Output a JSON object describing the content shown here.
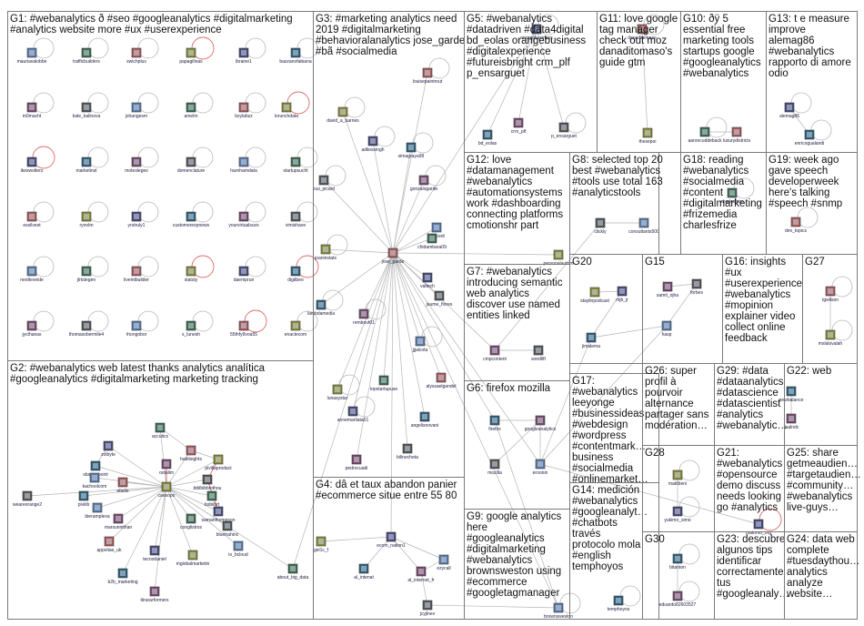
{
  "groups": [
    {
      "id": "G1",
      "lines": [
        "G1: #webanalytics ð #seo #googleanalytics #digitalmarketing",
        "#analytics website more #ux #userexperience"
      ],
      "nodes": [
        "mauriavalobbe",
        "trafficbuilders",
        "swichplus",
        "papagilinas",
        "lbraine1",
        "bazzanofabiana",
        "m0macht",
        "kate_kalinova",
        "jshangesm",
        "amelm",
        "bxylabzz",
        "lorunchdata",
        "ikeswolters",
        "marketinst",
        "motesleges",
        "domenclature",
        "harnhamdata",
        "startupsucht",
        "essilvest",
        "ryoolm",
        "yrstruly1",
        "customerexpnews",
        "yourvirtualsuvs",
        "vimishave",
        "neotleveide",
        "jlrtstegen",
        "liveintbuilder",
        "statsty",
        "daemprun",
        "digitbeo",
        "jycthanas",
        "thomasobermile4",
        "rhongobor",
        "s_lunesh",
        "55thfy9voa55",
        "enactecom"
      ]
    },
    {
      "id": "G2",
      "lines": [
        "G2: #webanalytics web latest thanks analytics analítica",
        "#googleanalytics #digitalmarketing marketing tracking"
      ],
      "nodes": [
        "accutics",
        "habitsights",
        "pivillaprodact",
        "zolbyte",
        "sbarrespoint",
        "ootulim",
        "biblbibbiothou",
        "kachoolcom",
        "bobiibrt",
        "eltelio",
        "caesopo",
        "samanthompson",
        "piviiib",
        "marsunnithan",
        "bluetrahinc",
        "iberamplexa",
        "conglistros",
        "appvitae_uk",
        "mgiobalmarketin",
        "tecnodaniel",
        "b2b_marketing",
        "tiirararformers",
        "weareorange2",
        "io_bcloud",
        "about_big_data"
      ]
    },
    {
      "id": "G3",
      "lines": [
        "G3: #marketing analytics need",
        "2019 #digitalmarketing",
        "#behavioralanalytics jose_garde",
        "#bã #socialmedia"
      ],
      "nodes": [
        "louisepaintrout",
        "david_a_barnes",
        "adilessingh",
        "simagraya99",
        "gonzalogarde",
        "loui_picard",
        "jgarcedi",
        "chidambara09",
        "jose_garde",
        "joaninstats",
        "valtech",
        "lambdamedia",
        "rembout01",
        "jaume_flores",
        "jjjalcota",
        "topstartupuse",
        "alyssaelgandel",
        "lunasystar",
        "annemarliata01",
        "angelisnovani",
        "pedrocuadi",
        "bilinecheta"
      ]
    },
    {
      "id": "G4",
      "lines": [
        "G4: dâ et taux abandon panier",
        "#ecommerce situe entre 55 80"
      ],
      "nodes": [
        "gel1c_f",
        "ecom_nation1",
        "al_intenat",
        "al_internet_fr",
        "jcyjlnev",
        "ezycall"
      ]
    },
    {
      "id": "G5",
      "lines": [
        "G5: #webanalytics",
        "#datadriven #data4digital",
        "bd_eolas orangebusiness",
        "#digitalexperience",
        "#futureisbright crm_plf",
        "p_ensarguet"
      ],
      "nodes": [
        "orangebusiness",
        "bd_eolas",
        "crm_plf",
        "p_ensarguet"
      ]
    },
    {
      "id": "G6",
      "lines": [
        "G6: firefox mozilla"
      ],
      "nodes": [
        "firefox",
        "googleanalytics",
        "mozilla",
        "eroonin"
      ]
    },
    {
      "id": "G7",
      "lines": [
        "G7: #webanalytics",
        "introducing semantic",
        "web analytics",
        "discover use named",
        "entities linked"
      ],
      "nodes": [
        "cmpcontent",
        "wordlift"
      ]
    },
    {
      "id": "G8",
      "lines": [
        "G8: selected top 20",
        "best #webanalytics",
        "#tools use total 163",
        "#analyticstools"
      ],
      "nodes": [
        "clickly",
        "consultants500"
      ]
    },
    {
      "id": "G9",
      "lines": [
        "G9: google analytics",
        "here",
        "#googleanalytics",
        "#digitalmarketing",
        "#webanalytics",
        "brownsweston using",
        "#ecommerce",
        "#googletagmanager"
      ],
      "nodes": [
        "brownsweston"
      ]
    },
    {
      "id": "G10",
      "lines": [
        "G10: ðÿ 5",
        "essential free",
        "marketing tools",
        "startups google",
        "#googleanalytics",
        "#webanalytics"
      ],
      "nodes": [
        "aaroncuddeback",
        "luxurydistricts"
      ]
    },
    {
      "id": "G11",
      "lines": [
        "G11: love google",
        "tag manager",
        "check out moz",
        "danaditomaso's",
        "guide gtm"
      ],
      "nodes": [
        "danaditomaso",
        "thesepoi"
      ]
    },
    {
      "id": "G12",
      "lines": [
        "G12: love",
        "#datamanagement",
        "#webanalytics",
        "#automationsystems",
        "work #dashboarding",
        "connecting platforms",
        "cmotionshr part"
      ],
      "nodes": [
        "personalautom"
      ]
    },
    {
      "id": "G13",
      "lines": [
        "G13: t e measure",
        "improve",
        "alemag86",
        "#webanalytics",
        "rapporto di amore",
        "odio"
      ],
      "nodes": [
        "alemag86",
        "enricogualandi"
      ]
    },
    {
      "id": "G14",
      "lines": [
        "G14: medición",
        "#webanalytics",
        "#googleanalyt…",
        "#chatbots",
        "través",
        "protocolo mola",
        "#english",
        "temphoyos"
      ],
      "nodes": [
        "temphoyos"
      ]
    },
    {
      "id": "G15",
      "lines": [
        "G15"
      ],
      "nodes": [
        "samit_ojha",
        "forbes",
        "hasp"
      ]
    },
    {
      "id": "G16",
      "lines": [
        "G16: insights",
        "#ux",
        "#userexperience",
        "#webanalytics",
        "#mopinion",
        "explainer video",
        "collect online",
        "feedback"
      ],
      "nodes": []
    },
    {
      "id": "G17",
      "lines": [
        "G17:",
        "#webanalytics",
        "leeyonge",
        "#businessideas",
        "#webdesign",
        "#wordpress",
        "#contentmark…",
        "business",
        "#socialmedia",
        "#onlinemarket…"
      ],
      "nodes": []
    },
    {
      "id": "G18",
      "lines": [
        "G18: reading",
        "#webanalytics",
        "#socialmedia",
        "#content",
        "#digitalmarketing",
        "#frizemedia",
        "charlesfrize"
      ],
      "nodes": [
        "charlesfrize"
      ]
    },
    {
      "id": "G19",
      "lines": [
        "G19: week ago",
        "gave speech",
        "developerweek",
        "here's talking",
        "#speech #snmp"
      ],
      "nodes": [
        "dev_topics"
      ]
    },
    {
      "id": "G20",
      "lines": [
        "G20"
      ],
      "nodes": [
        "staylinpodcast",
        "mjb_jr",
        "jimalema"
      ]
    },
    {
      "id": "G21",
      "lines": [
        "G21:",
        "#webanalytics",
        "#opensource",
        "demo discuss",
        "needs looking",
        "go #analytics"
      ],
      "nodes": [
        "matomo_org"
      ]
    },
    {
      "id": "G22",
      "lines": [
        "G22: web"
      ],
      "nodes": [
        "newbalance",
        "lisalndc"
      ]
    },
    {
      "id": "G23",
      "lines": [
        "G23: descubre",
        "algunos tips",
        "identificar",
        "correctamente",
        "tus",
        "#googleanaly…"
      ],
      "nodes": []
    },
    {
      "id": "G24",
      "lines": [
        "G24: data web",
        "complete",
        "#tuesdaythou…",
        "analytics",
        "analyze",
        "website…"
      ],
      "nodes": []
    },
    {
      "id": "G25",
      "lines": [
        "G25: share",
        "getmeaudien…",
        "#targetaudien…",
        "#community…",
        "#webanalytics",
        "live-guys…"
      ],
      "nodes": []
    },
    {
      "id": "G26",
      "lines": [
        "G26: super",
        "profil à",
        "pourvoir",
        "alternance",
        "partager sans",
        "modération…"
      ],
      "nodes": []
    },
    {
      "id": "G27",
      "lines": [
        "G27"
      ],
      "nodes": [
        "tgwilson",
        "mslalovalah"
      ]
    },
    {
      "id": "G28",
      "lines": [
        "G28"
      ],
      "nodes": [
        "maktbeni",
        "yukimo_simo"
      ]
    },
    {
      "id": "G29",
      "lines": [
        "G29: #data",
        "#dataanalytics",
        "#datascience",
        "#datascientist",
        "#analytics",
        "#webanalytic…"
      ],
      "nodes": []
    },
    {
      "id": "G30",
      "lines": [
        "G30"
      ],
      "nodes": [
        "bitanton",
        "eduardo82603527"
      ]
    }
  ],
  "colors": {
    "box_border": "#7a7a7a",
    "edge": "#b5b5b5",
    "edge_reply": "#e06b6b",
    "node_fill": "#c9d7e8",
    "node_border": "#3a3a3a",
    "label": "#1a1a40"
  }
}
